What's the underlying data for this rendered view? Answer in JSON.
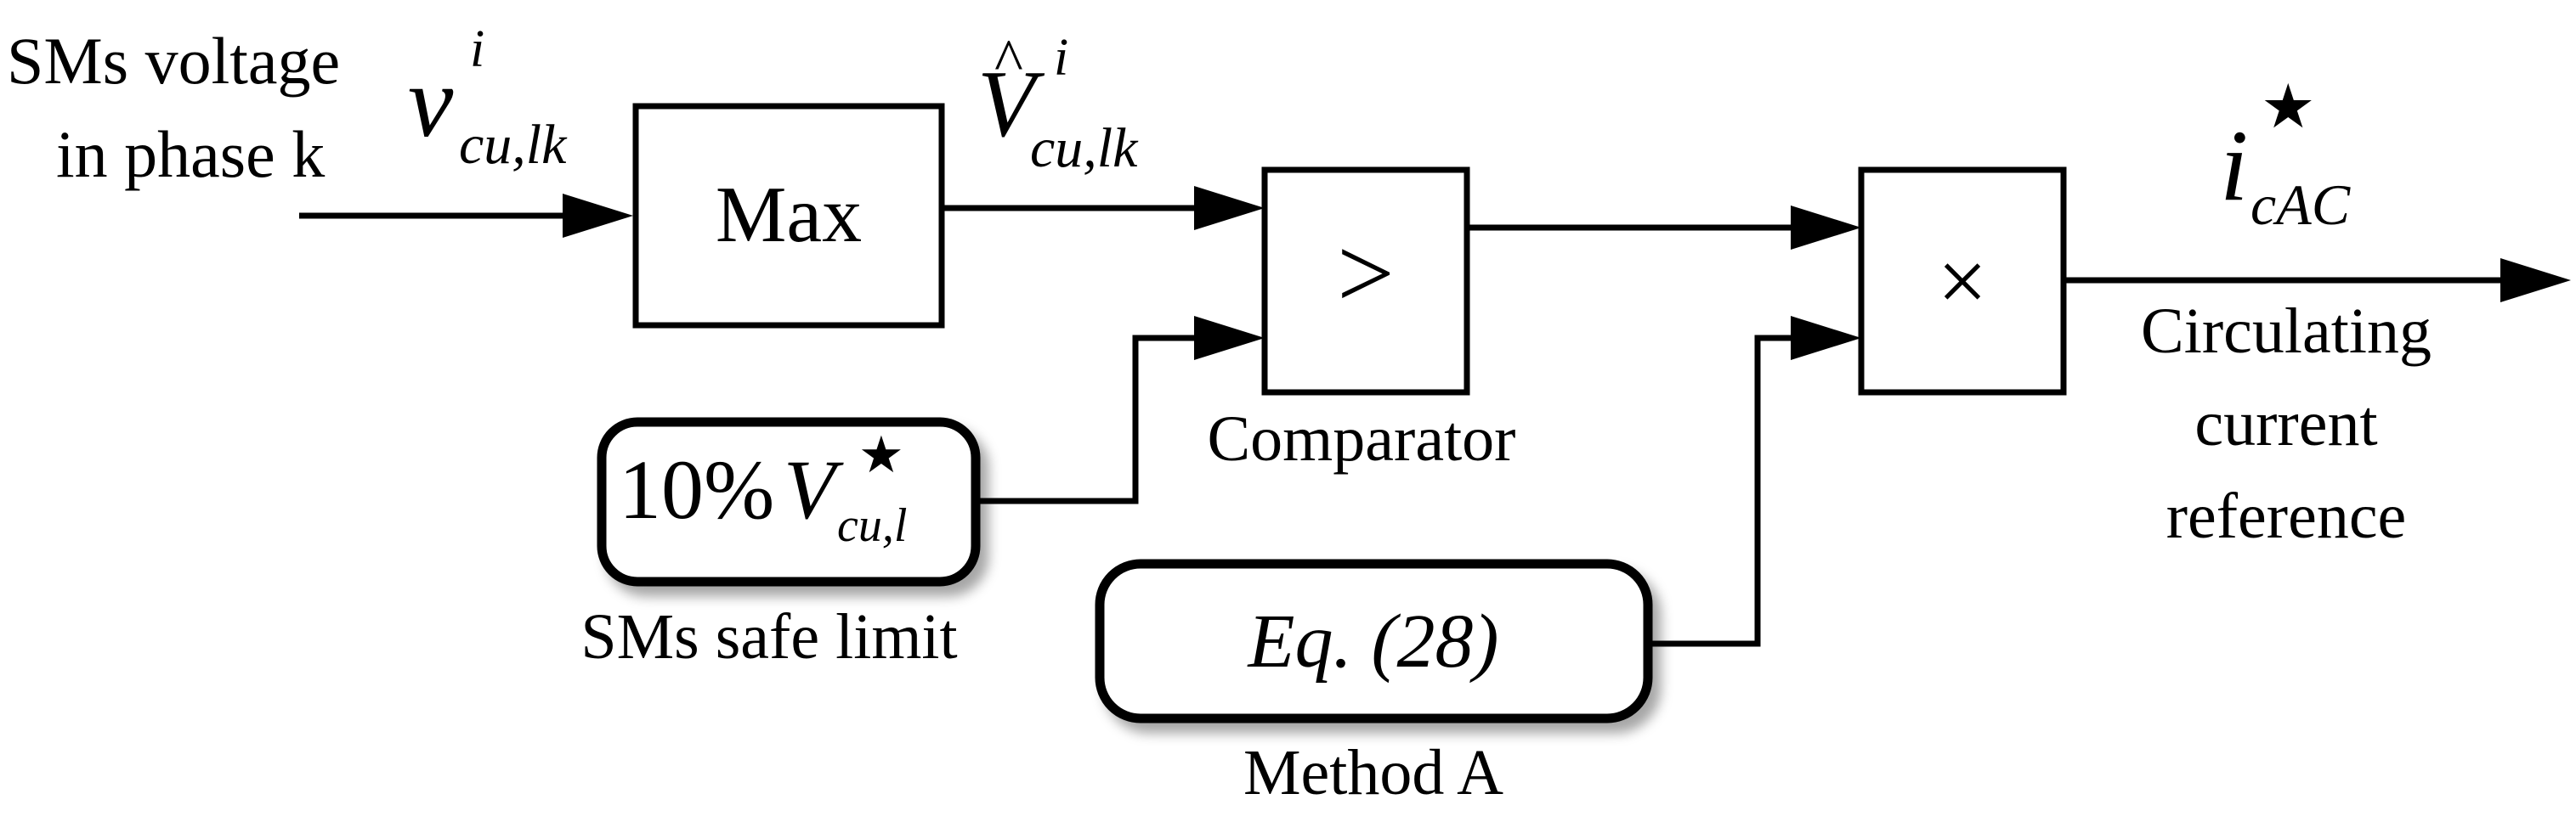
{
  "input": {
    "label_line1": "SMs voltage",
    "label_line2": "in phase k",
    "signal_base": "v",
    "signal_sup": "i",
    "signal_sub": "cu,lk"
  },
  "max_block": {
    "label": "Max"
  },
  "max_output": {
    "signal_base": "V",
    "hat": "^",
    "signal_sup": "i",
    "signal_sub": "cu,lk"
  },
  "comparator": {
    "symbol": ">",
    "caption": "Comparator"
  },
  "safe_limit": {
    "prefix": "10%",
    "signal_base": "V",
    "signal_sup": "★",
    "signal_sub": "cu,l",
    "caption": "SMs safe limit"
  },
  "multiplier": {
    "symbol": "×"
  },
  "method": {
    "label": "Eq. (28)",
    "caption": "Method A"
  },
  "output": {
    "signal_base": "i",
    "signal_sup": "★",
    "signal_sub": "cAC",
    "caption_line1": "Circulating",
    "caption_line2": "current",
    "caption_line3": "reference"
  }
}
